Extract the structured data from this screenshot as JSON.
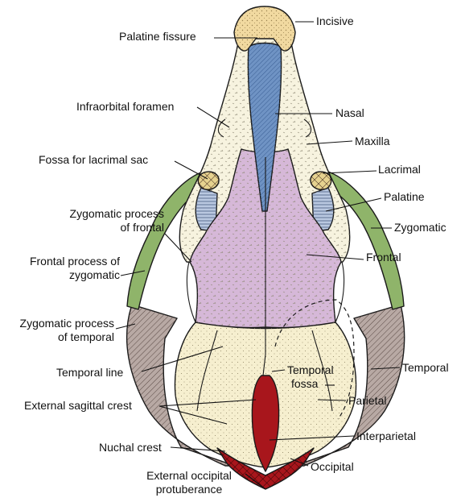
{
  "labels": {
    "incisive": "Incisive",
    "palatine_fissure": "Palatine fissure",
    "infraorbital_foramen": "Infraorbital foramen",
    "nasal": "Nasal",
    "maxilla": "Maxilla",
    "fossa_lacrimal_sac": "Fossa for lacrimal sac",
    "lacrimal": "Lacrimal",
    "palatine": "Palatine",
    "zygomatic": "Zygomatic",
    "zyg_proc_frontal_1": "Zygomatic process",
    "zyg_proc_frontal_2": "of frontal",
    "frontal_proc_zyg_1": "Frontal process of",
    "frontal_proc_zyg_2": "zygomatic",
    "frontal": "Frontal",
    "zyg_proc_temporal_1": "Zygomatic process",
    "zyg_proc_temporal_2": "of temporal",
    "temporal_line": "Temporal line",
    "temporal_fossa_1": "Temporal",
    "temporal_fossa_2": "fossa",
    "temporal": "Temporal",
    "external_sagittal_crest": "External sagittal crest",
    "parietal": "Parietal",
    "interparietal": "Interparietal",
    "nuchal_crest": "Nuchal crest",
    "occipital": "Occipital",
    "ext_occ_prot_1": "External occipital",
    "ext_occ_prot_2": "protuberance"
  },
  "colors": {
    "incisive": "#f1d9a0",
    "nasal": "#6f93c4",
    "maxilla": "#f7f3df",
    "lacrimal": "#e6d28f",
    "palatine": "#b9c8e0",
    "zygomatic": "#8fb46a",
    "frontal": "#d6b8d8",
    "temporal": "#b8a9a4",
    "parietal": "#f6efcf",
    "interparietal": "#a8161c",
    "occipital": "#a8161c",
    "outline": "#1a1a1a"
  }
}
